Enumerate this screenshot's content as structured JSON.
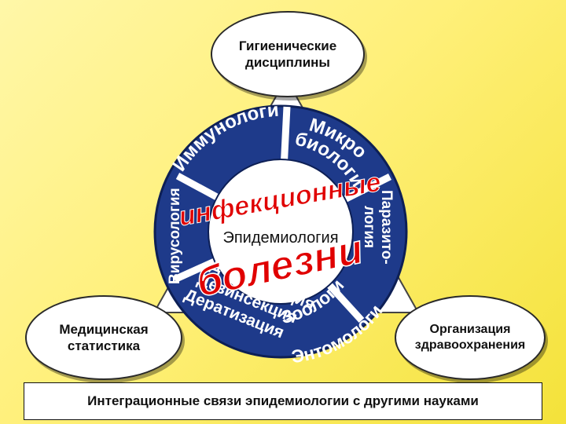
{
  "top": {
    "line1": "Гигиенические",
    "line2": "дисциплины"
  },
  "left": {
    "line1": "Медицинская",
    "line2": "статистика"
  },
  "right": {
    "line1": "Организация",
    "line2": "здравоохранения"
  },
  "center": {
    "word1": "инфекционные",
    "word2": "Эпидемиология",
    "word3": "болезни"
  },
  "segments": {
    "immunology": "Иммунология",
    "microbiology_1": "Микро-",
    "microbiology_2": "биология",
    "parasitology_1": "Паразито-",
    "parasitology_2": "логия",
    "virology": "Вирусология",
    "disinfection_1": "Дезинфекция",
    "disinfection_2": "Дезинсекция",
    "disinfection_3": "Дератизация",
    "zoology": "Зоология",
    "entomology": "Энтомология"
  },
  "footer": "Интеграционные связи эпидемиологии с другими науками",
  "colors": {
    "wheel": "#1e3a8a",
    "spoke": "#ffffff",
    "red_text": "#e00000",
    "background": "#fff07a"
  }
}
